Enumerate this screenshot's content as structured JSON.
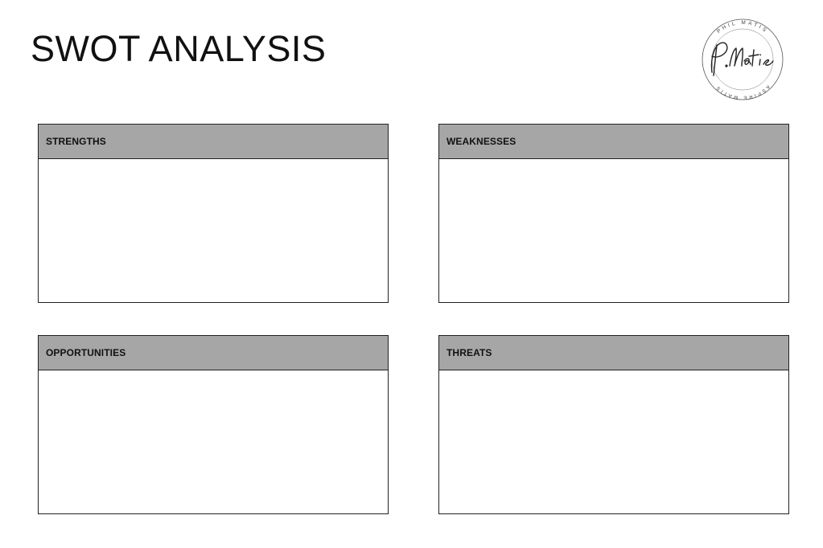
{
  "page": {
    "title": "SWOT ANALYSIS"
  },
  "logo": {
    "ring_text_top": "PHIL MATIS",
    "ring_text_bottom": "ASPIRE MATIS",
    "signature": "P.Matis"
  },
  "quadrants": [
    {
      "label": "STRENGTHS",
      "content": ""
    },
    {
      "label": "WEAKNESSES",
      "content": ""
    },
    {
      "label": "OPPORTUNITIES",
      "content": ""
    },
    {
      "label": "THREATS",
      "content": ""
    }
  ],
  "colors": {
    "header_fill": "#a6a6a6",
    "border": "#222222",
    "text": "#111111",
    "background": "#ffffff"
  }
}
